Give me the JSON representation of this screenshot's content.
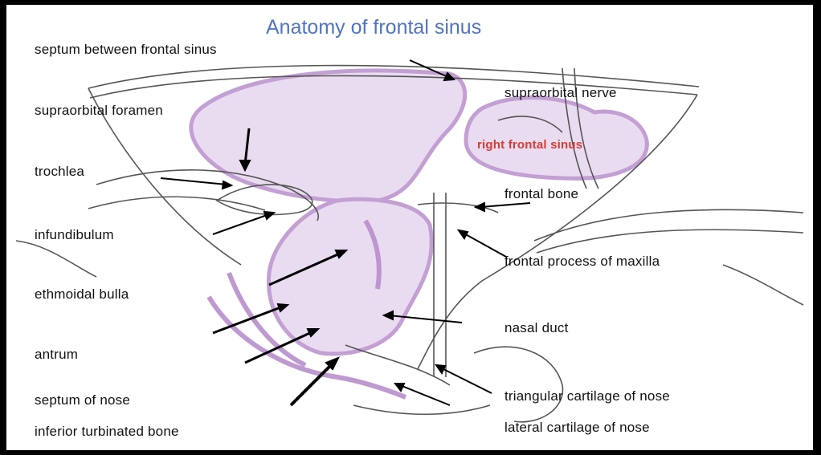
{
  "title": "Anatomy of frontal sinus",
  "labels": {
    "septum_between": "septum between frontal sinus",
    "supraorbital_foramen": "supraorbital foramen",
    "trochlea": "trochlea",
    "infundibulum": "infundibulum",
    "ethmoidal_bulla": "ethmoidal bulla",
    "antrum": "antrum",
    "septum_of_nose": "septum of nose",
    "inferior_turbinated": "inferior turbinated bone",
    "supraorbital_nerve": "supraorbital nerve",
    "right_frontal_sinus": "right frontal sinus",
    "frontal_bone": "frontal bone",
    "frontal_process": "frontal process of maxilla",
    "nasal_duct": "nasal duct",
    "triangular_cartilage": "triangular cartilage of nose",
    "lateral_cartilage": "lateral cartilage of nose"
  },
  "colors": {
    "title": "#4f73c5",
    "highlight": "#c9a6d6",
    "accent_label": "#d63a30",
    "outline": "#444444"
  }
}
